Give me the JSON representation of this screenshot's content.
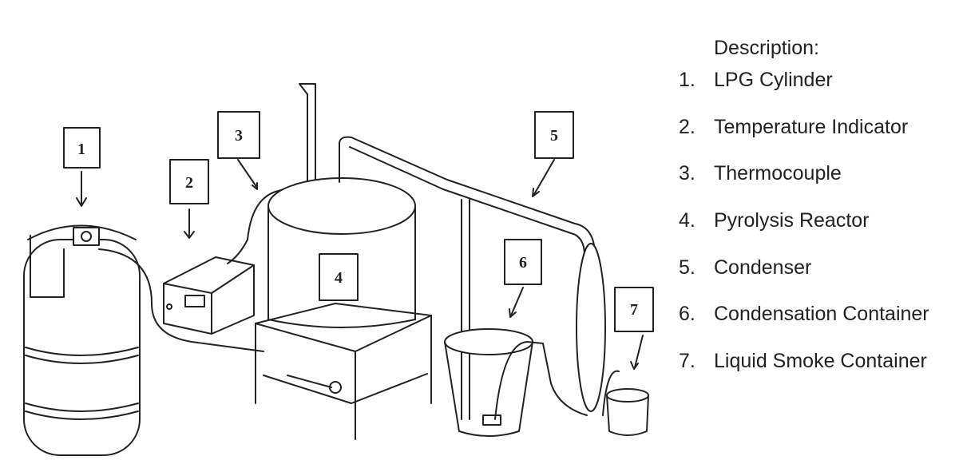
{
  "diagram": {
    "labels": [
      "1",
      "2",
      "3",
      "4",
      "5",
      "6",
      "7"
    ]
  },
  "legend": {
    "title": "Description:",
    "items": [
      {
        "number": "1.",
        "text": "LPG Cylinder"
      },
      {
        "number": "2.",
        "text": "Temperature Indicator"
      },
      {
        "number": "3.",
        "text": "Thermocouple"
      },
      {
        "number": "4.",
        "text": "Pyrolysis Reactor"
      },
      {
        "number": "5.",
        "text": "Condenser"
      },
      {
        "number": "6.",
        "text": "Condensation Container"
      },
      {
        "number": "7.",
        "text": "Liquid Smoke Container"
      }
    ]
  }
}
